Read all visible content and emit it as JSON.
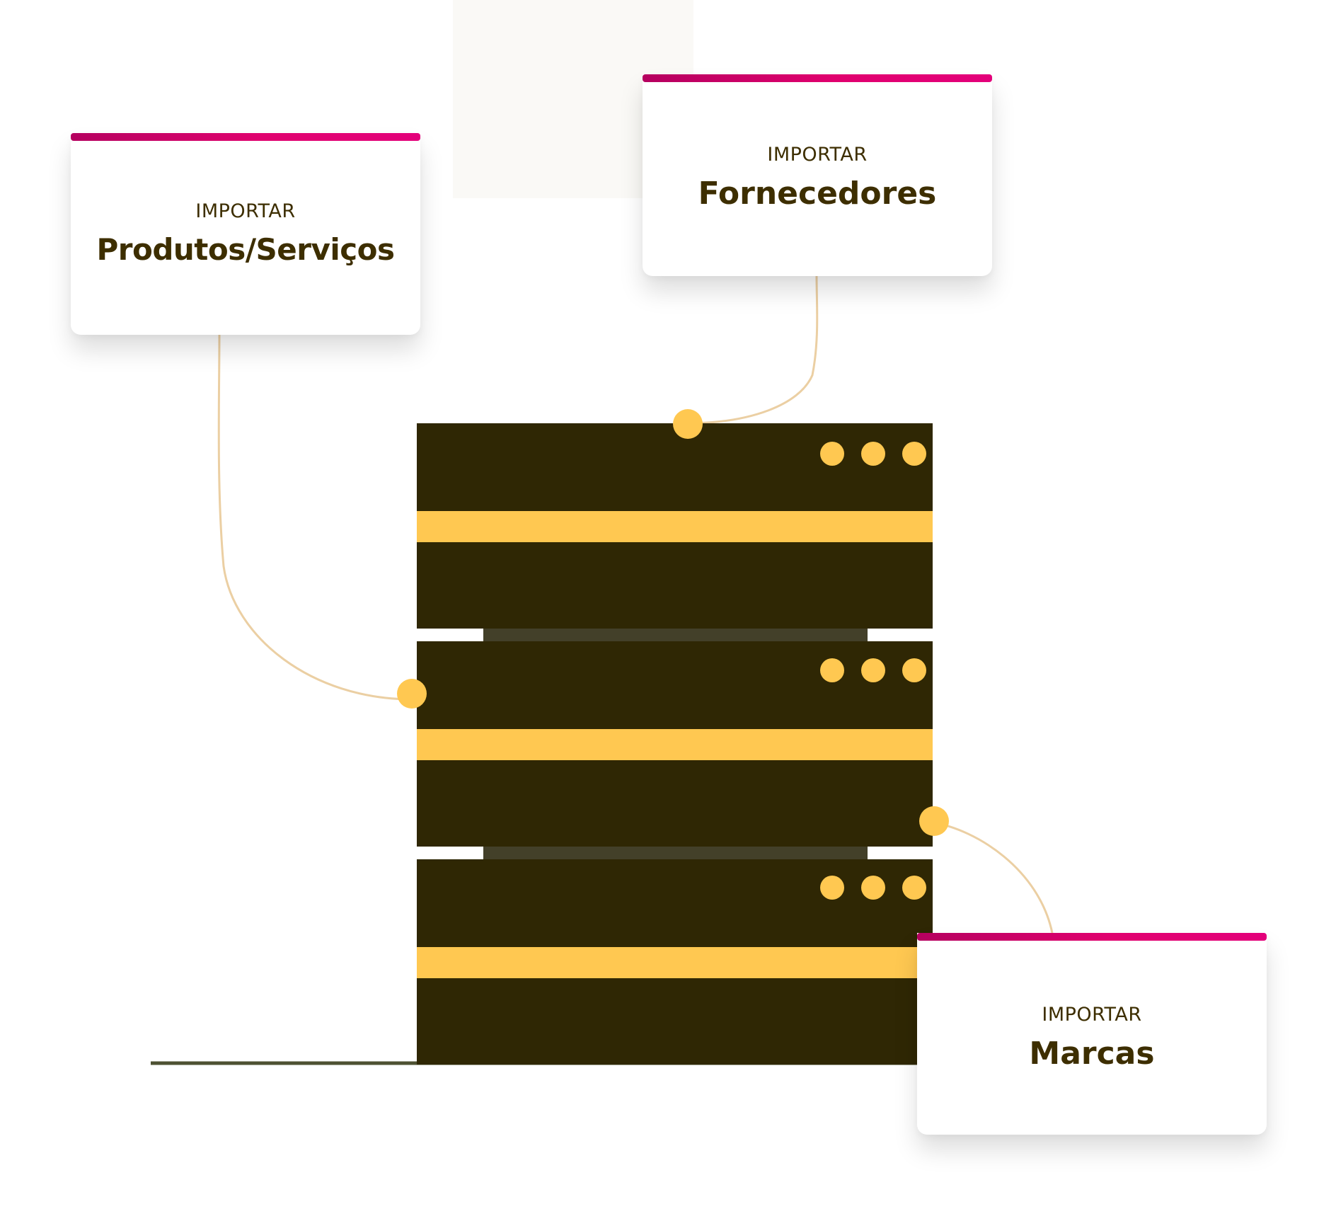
{
  "colors": {
    "server_body": "#2f2704",
    "server_stripe": "#ffc851",
    "server_gap": "#434029",
    "led": "#ffc851",
    "connector": "#ebcfa3",
    "ground_line": "#4d5132",
    "card_accent": "#d4006a",
    "card_text": "#3d2e00"
  },
  "cards": {
    "produtos": {
      "kicker": "IMPORTAR",
      "title": "Produtos/Serviços"
    },
    "fornecedores": {
      "kicker": "IMPORTAR",
      "title": "Fornecedores"
    },
    "marcas": {
      "kicker": "IMPORTAR",
      "title": "Marcas"
    }
  }
}
